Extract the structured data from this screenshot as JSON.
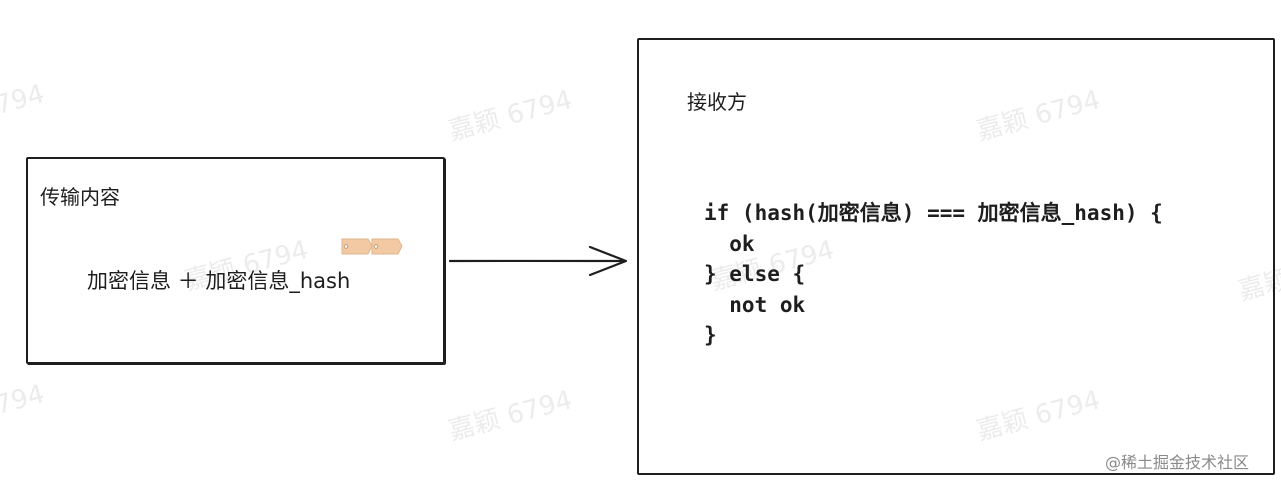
{
  "watermark": {
    "text": "嘉颖 6794",
    "partial_text": "794"
  },
  "sender": {
    "title": "传输内容",
    "content": "加密信息 ＋ 加密信息_hash"
  },
  "receiver": {
    "title": "接收方",
    "code": [
      "if (hash(加密信息) === 加密信息_hash) {",
      "  ok",
      "} else {",
      "  not ok",
      "}"
    ]
  },
  "footer": {
    "credit": "@稀土掘金技术社区"
  },
  "colors": {
    "stroke": "#1e1e1e",
    "tag_fill": "#f2c9a2",
    "watermark": "#ececec",
    "credit": "#8a8a8a"
  }
}
